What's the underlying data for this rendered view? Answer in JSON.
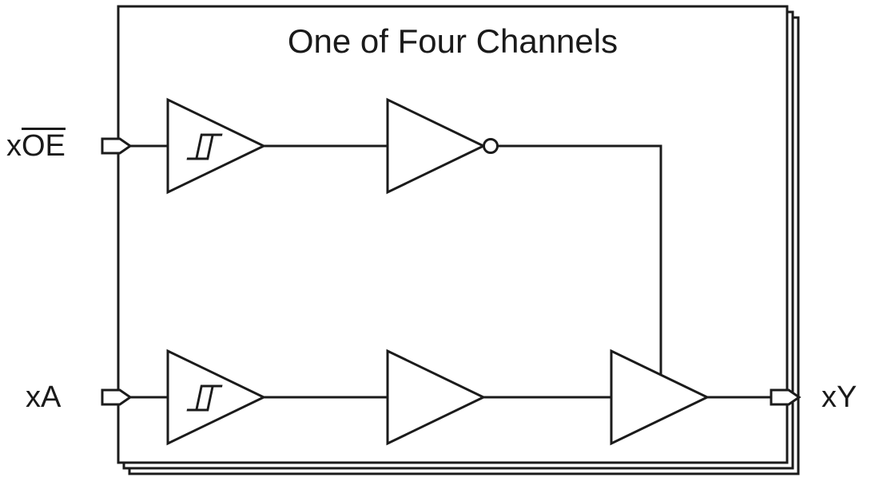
{
  "title": "One of Four Channels",
  "labels": {
    "input_top_prefix": "x",
    "input_top_overline": "OE",
    "input_bottom": "xA",
    "output": "xY"
  },
  "components": {
    "top_path": [
      "input-port",
      "schmitt-trigger-buffer",
      "inverter-with-bubble"
    ],
    "bottom_path": [
      "input-port",
      "schmitt-trigger-buffer",
      "buffer",
      "tristate-output-buffer",
      "output-port"
    ],
    "note": "inverter output controls top edge of tristate output buffer"
  },
  "colors": {
    "stroke": "#1b1b1b",
    "background": "#ffffff",
    "text": "#1a1a1a"
  }
}
